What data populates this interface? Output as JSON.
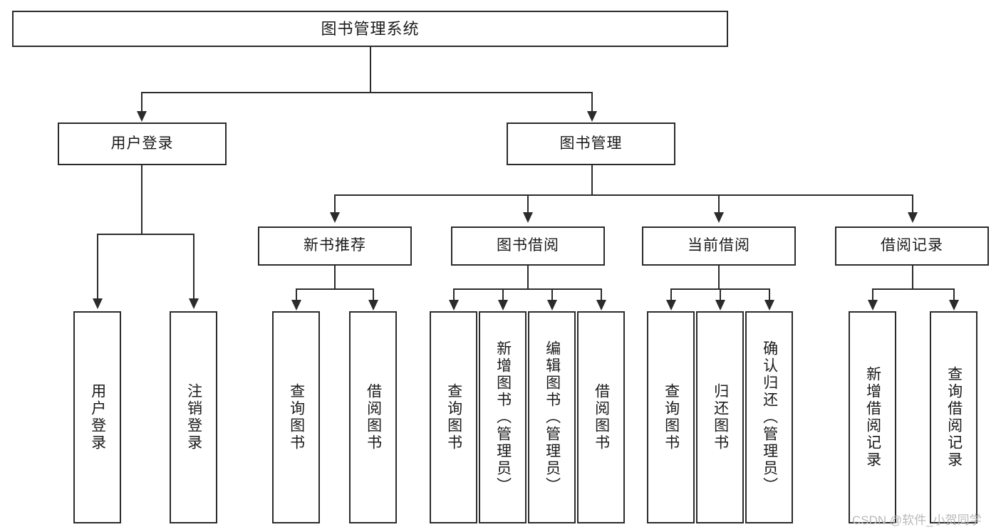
{
  "diagram": {
    "title": "图书管理系统",
    "type": "tree",
    "orientation": "top-down",
    "colors": {
      "stroke": "#2b2b2b",
      "fill": "#ffffff",
      "text": "#1a1a1a",
      "watermark": "#b9b9b9"
    }
  },
  "root": {
    "label": "图书管理系统"
  },
  "level2": [
    {
      "label": "用户登录"
    },
    {
      "label": "图书管理"
    }
  ],
  "level3": [
    {
      "label": "新书推荐"
    },
    {
      "label": "图书借阅"
    },
    {
      "label": "当前借阅"
    },
    {
      "label": "借阅记录"
    }
  ],
  "leaves": {
    "user_login": [
      {
        "label": "用户登录"
      },
      {
        "label": "注销登录"
      }
    ],
    "new_book_recommend": [
      {
        "label": "查询图书"
      },
      {
        "label": "借阅图书"
      }
    ],
    "book_borrow": [
      {
        "label": "查询图书"
      },
      {
        "label": "新增图书（管理员）"
      },
      {
        "label": "编辑图书（管理员）"
      },
      {
        "label": "借阅图书"
      }
    ],
    "current_borrow": [
      {
        "label": "查询图书"
      },
      {
        "label": "归还图书"
      },
      {
        "label": "确认归还（管理员）"
      }
    ],
    "borrow_record": [
      {
        "label": "新增借阅记录"
      },
      {
        "label": "查询借阅记录"
      }
    ]
  },
  "watermark": {
    "text": "CSDN @软件_小贺同学"
  }
}
